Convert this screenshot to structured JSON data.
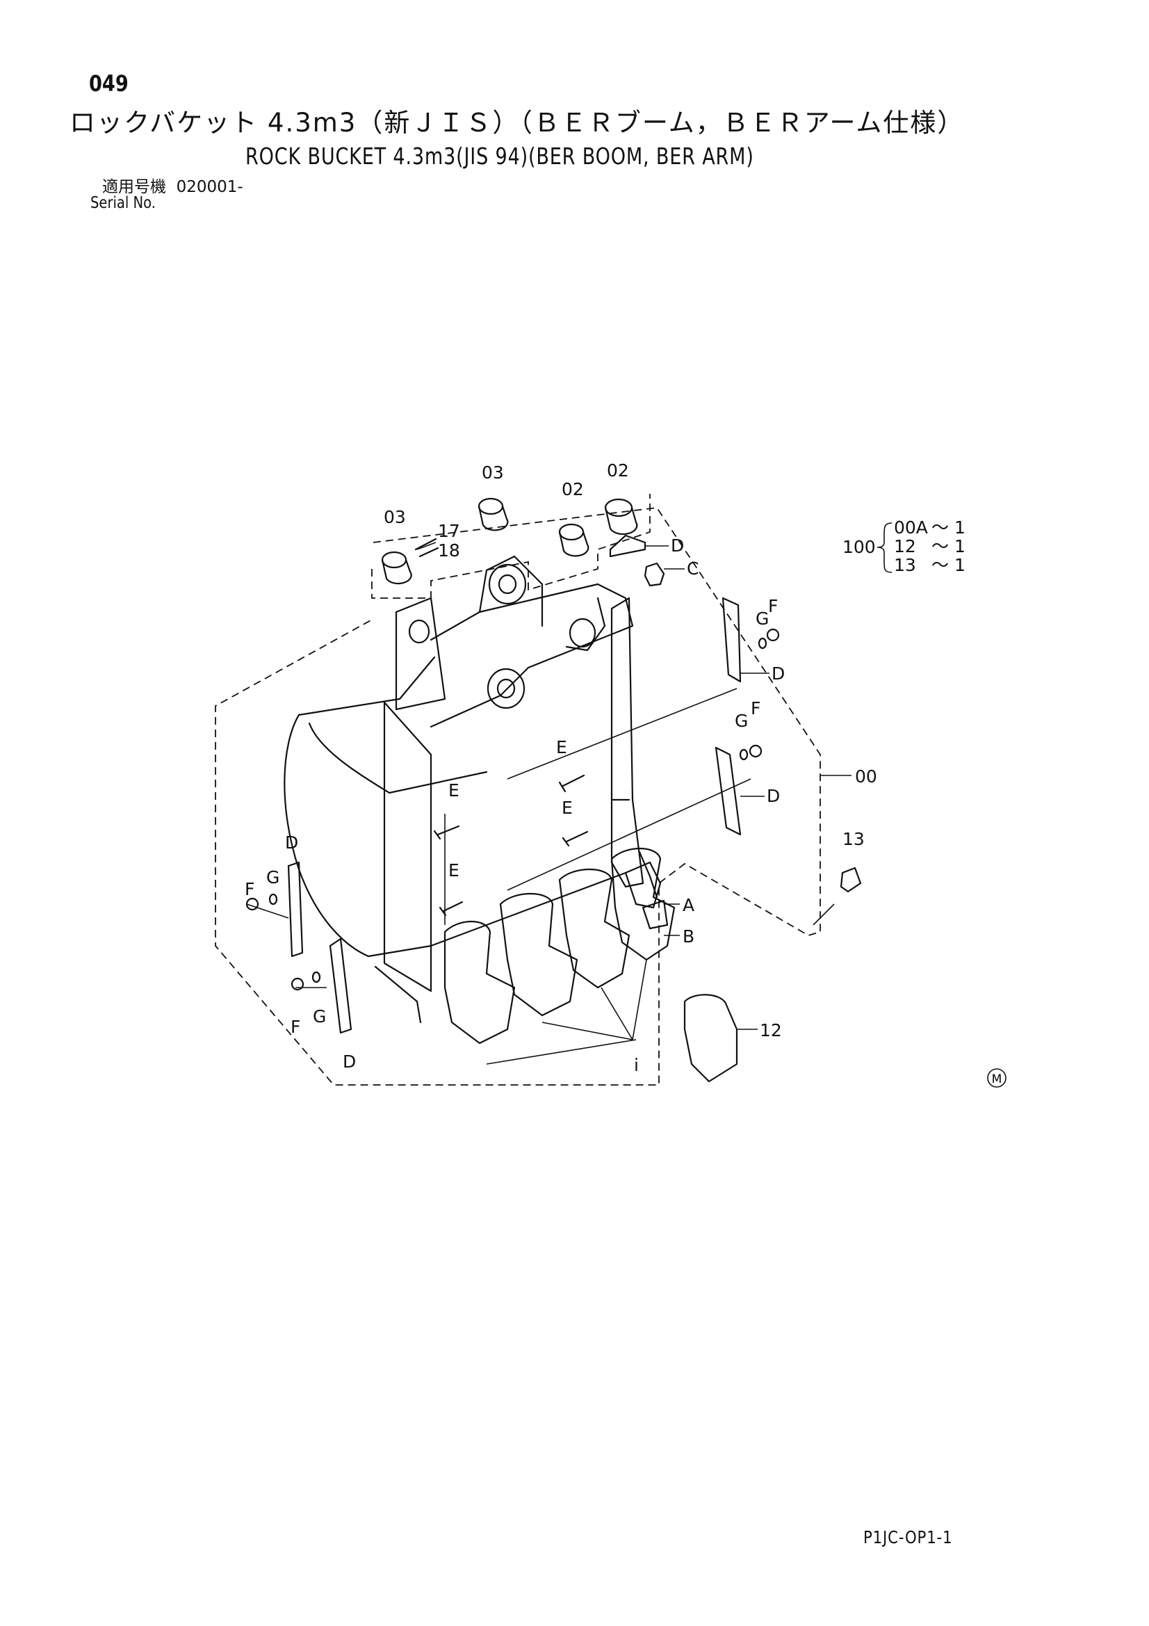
{
  "header": {
    "page_number": "049",
    "title_jp": "ロックバケット 4.3m3（新ＪＩＳ）（ＢＥＲブーム，ＢＥＲアーム仕様）",
    "title_en": "ROCK BUCKET 4.3m3(JIS 94)(BER BOOM, BER ARM)",
    "serial_label_jp": "適用号機",
    "serial_value": "020001-",
    "serial_label_en": "Serial No."
  },
  "callouts": {
    "c03a": "03",
    "c03b": "03",
    "c02a": "02",
    "c02b": "02",
    "c17": "17",
    "c18": "18",
    "cD1": "D",
    "cC": "C",
    "cG1": "G",
    "cF1": "F",
    "cD2": "D",
    "cG2": "G",
    "cF2": "F",
    "cD3": "D",
    "cE1": "E",
    "cE2": "E",
    "cE3": "E",
    "cE4": "E",
    "cD4": "D",
    "cG3": "G",
    "cF3": "F",
    "cF4": "F",
    "cG4": "G",
    "cD5": "D",
    "cA": "A",
    "cB": "B",
    "c00": "00",
    "c13": "13",
    "c12": "12",
    "ci": "i"
  },
  "kit": {
    "number": "100",
    "items": [
      {
        "code": "00A",
        "qty": "～ 1"
      },
      {
        "code": "12",
        "qty": "～ 1"
      },
      {
        "code": "13",
        "qty": "～ 1"
      }
    ]
  },
  "mark": "M",
  "footer": {
    "code": "P1JC-OP1-1"
  }
}
